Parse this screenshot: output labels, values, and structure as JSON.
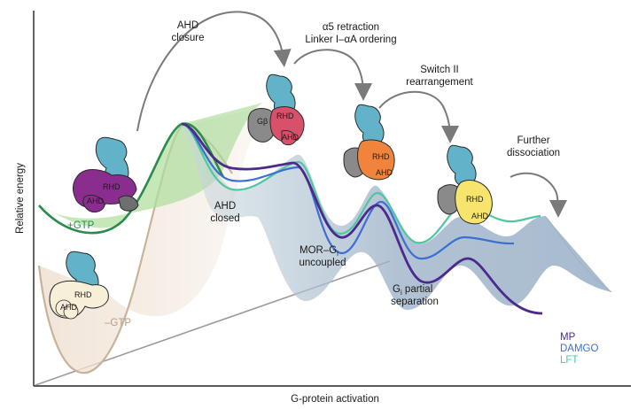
{
  "axes": {
    "y_label": "Relative energy",
    "x_label": "G-protein activation"
  },
  "steps": [
    {
      "line1": "AHD",
      "line2": "closure"
    },
    {
      "line1": "α5 retraction",
      "line2": "Linker I–αA ordering"
    },
    {
      "line1": "Switch II",
      "line2": "rearrangement"
    },
    {
      "line1": "Further",
      "line2": "dissociation"
    }
  ],
  "states": {
    "plus_gtp": "+GTP",
    "minus_gtp": "–GTP",
    "ahd_closed_1": "AHD",
    "ahd_closed_2": "closed",
    "uncoupled_1": "MOR–G",
    "uncoupled_sub": "i",
    "uncoupled_2": "uncoupled",
    "separation_1a": "G",
    "separation_sub": "i",
    "separation_1b": " partial",
    "separation_2": "separation"
  },
  "protein_labels": {
    "rhd": "RHD",
    "ahd": "AHD",
    "gbeta": "Gβ"
  },
  "legend": [
    {
      "name": "MP",
      "color": "#4b2a8c"
    },
    {
      "name": "DAMGO",
      "color": "#3b6fd0"
    },
    {
      "name": "LFT",
      "color": "#4fc7a0"
    }
  ],
  "colors": {
    "green_surface": "#9fd78f",
    "beige_surface": "#e9d9c8",
    "blue_surface": "#9eb3c9",
    "receptor": "#62b3c9",
    "gbeta": "#8a8a8a",
    "purple_state": "#8b2d8e",
    "red_state": "#d9506a",
    "orange_state": "#f0843c",
    "yellow_state": "#f6e46d",
    "cream_state": "#f8efd8"
  }
}
